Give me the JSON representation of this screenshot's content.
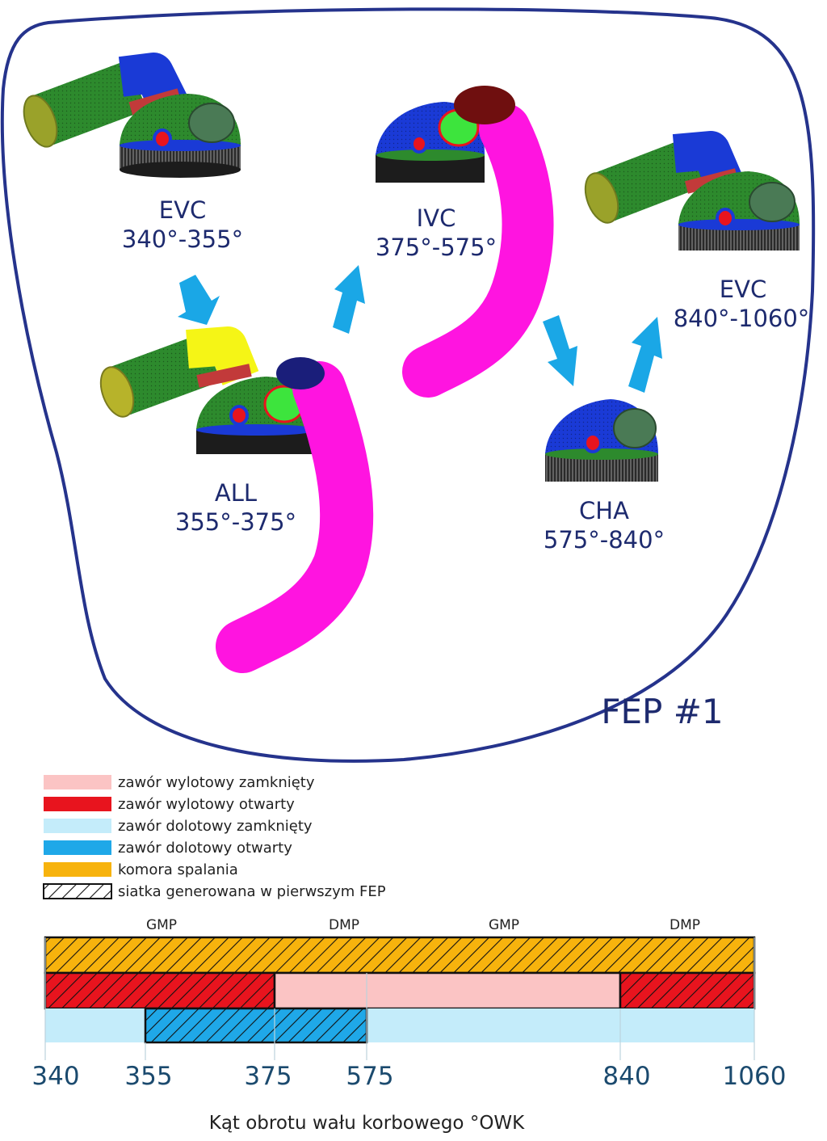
{
  "stages": [
    {
      "name": "EVC",
      "range": "340°-355°"
    },
    {
      "name": "ALL",
      "range": "355°-375°"
    },
    {
      "name": "IVC",
      "range": "375°-575°"
    },
    {
      "name": "CHA",
      "range": "575°-840°"
    },
    {
      "name": "EVC",
      "range": "840°-1060°"
    }
  ],
  "fep_label": "FEP #1",
  "legend": [
    {
      "label": "zawór wylotowy zamknięty",
      "color": "#fbc4c4",
      "hatch": false
    },
    {
      "label": "zawór wylotowy otwarty",
      "color": "#e8141e",
      "hatch": false
    },
    {
      "label": "zawór dolotowy zamknięty",
      "color": "#c4ecfa",
      "hatch": false
    },
    {
      "label": "zawór dolotowy otwarty",
      "color": "#1fa8e8",
      "hatch": false
    },
    {
      "label": "komora spalania",
      "color": "#f7b30d",
      "hatch": false
    },
    {
      "label": "siatka generowana w pierwszym FEP",
      "color": "#ffffff",
      "hatch": true
    }
  ],
  "timeline": {
    "dead_centers": [
      "GMP",
      "DMP",
      "GMP",
      "DMP"
    ],
    "ticks": [
      "340",
      "355",
      "375",
      "575",
      "840",
      "1060"
    ],
    "xlabel": "Kąt obrotu wału korbowego °OWK"
  },
  "colors": {
    "outline": "#25338c",
    "text": "#1d2a6e",
    "arrow": "#1aa7e6",
    "intake_pipe": "#ff14e0",
    "exhaust_pipe": "#2d8a2d",
    "dome": "#1a3ad6",
    "combustion": "#f7b30d",
    "exhaust_open": "#e8141e",
    "exhaust_closed": "#fbc4c4",
    "intake_open": "#1fa8e8",
    "intake_closed": "#c4ecfa"
  }
}
